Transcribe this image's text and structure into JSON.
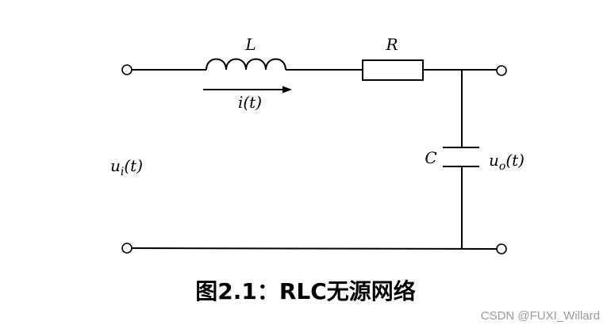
{
  "labels": {
    "inductor": "L",
    "resistor": "R",
    "capacitor": "C",
    "current": "i(t)",
    "input_voltage_base": "u",
    "input_voltage_sub": "i",
    "input_voltage_arg": "(t)",
    "output_voltage_base": "u",
    "output_voltage_sub": "o",
    "output_voltage_arg": "(t)"
  },
  "caption": "图2.1：RLC无源网络",
  "watermark": "CSDN @FUXI_Willard"
}
